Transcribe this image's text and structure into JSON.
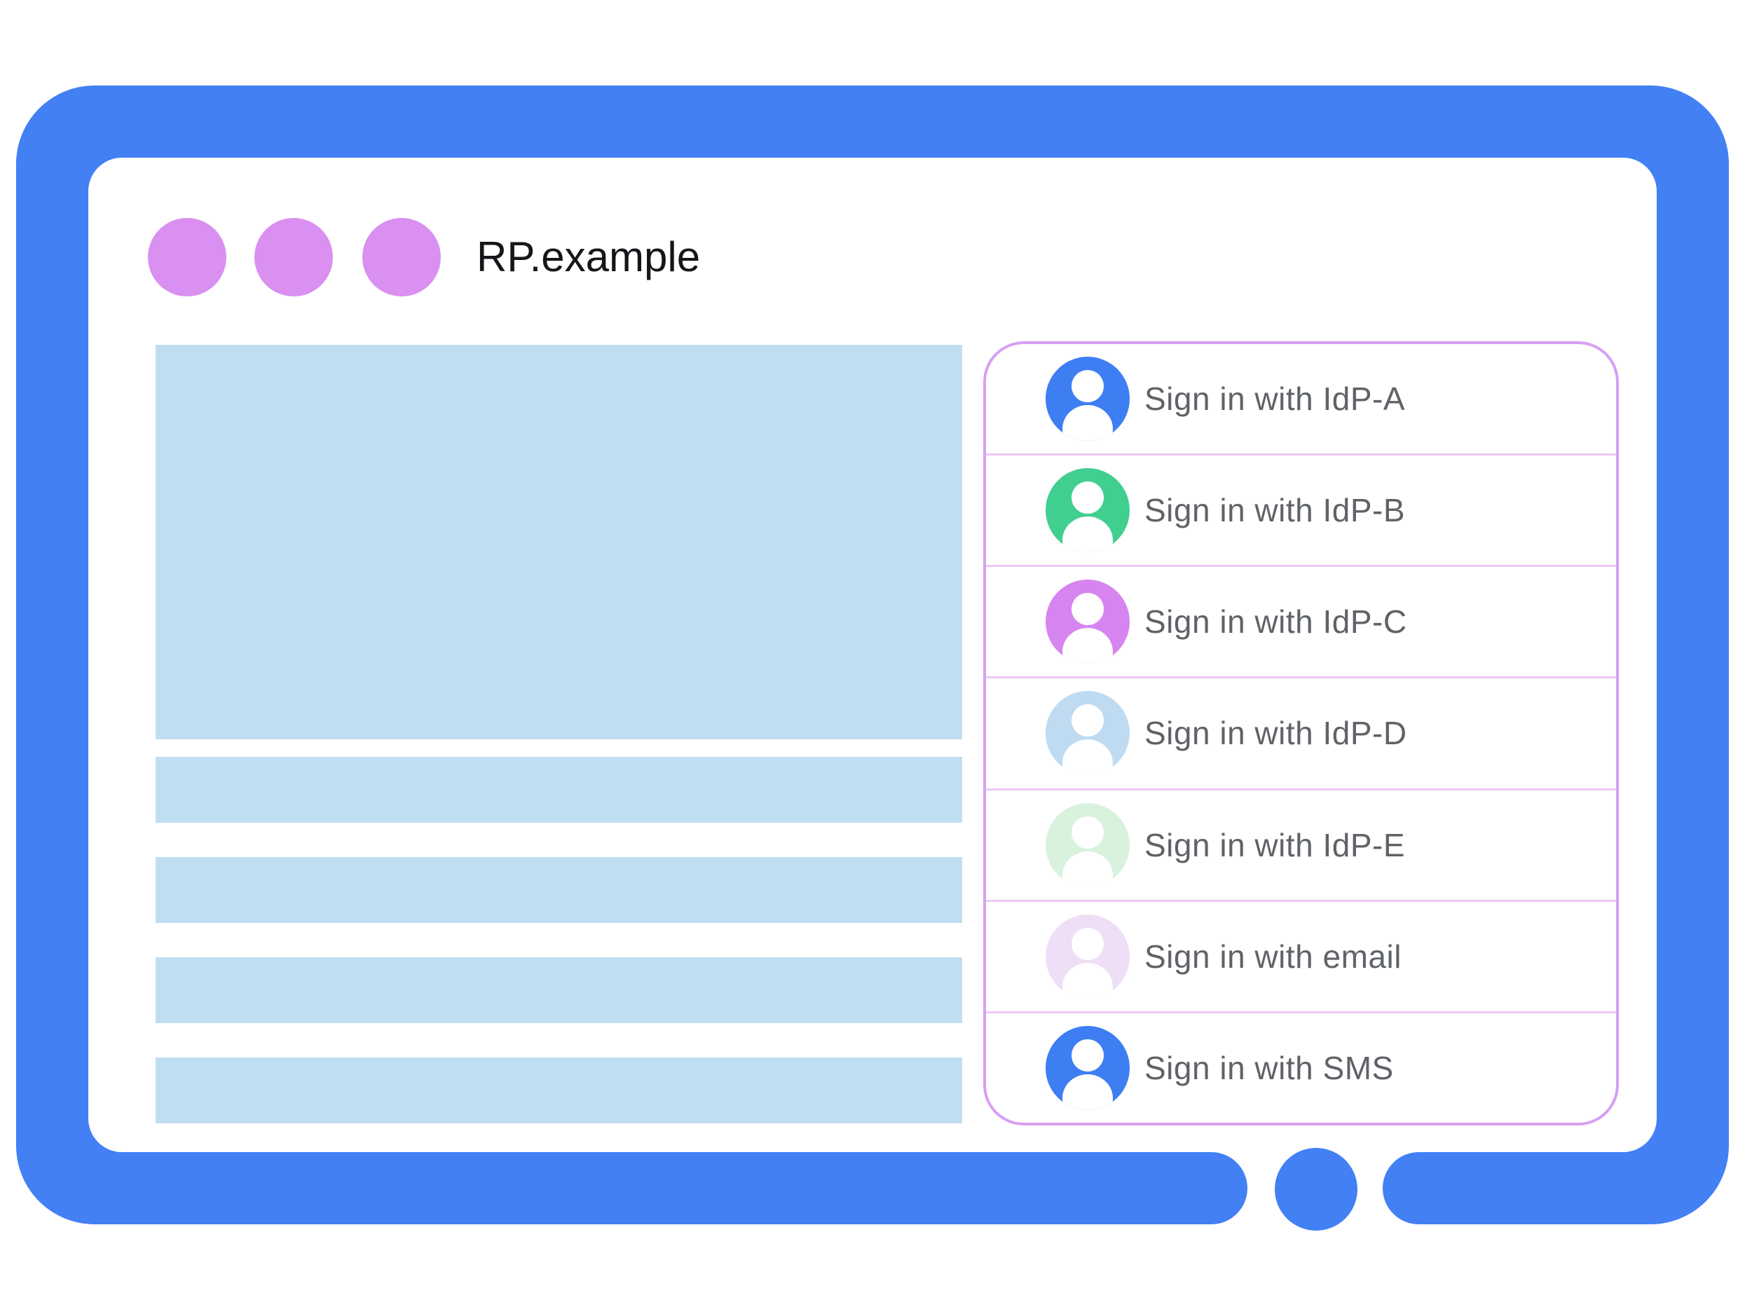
{
  "window": {
    "title": "RP.example",
    "frame_color": "#4280F4",
    "dot_color": "#D990F0",
    "dots_count": 3
  },
  "content": {
    "placeholder_color": "#BFDEF2",
    "placeholder_lines": 4
  },
  "account_chooser": {
    "border_color": "#D79FF2",
    "divider_color": "#ECC9F6",
    "label_color": "#5F6368",
    "items": [
      {
        "label": "Sign in with IdP-A",
        "avatar_color": "#3D7EF3"
      },
      {
        "label": "Sign in with IdP-B",
        "avatar_color": "#41CF90"
      },
      {
        "label": "Sign in with IdP-C",
        "avatar_color": "#D685F0"
      },
      {
        "label": "Sign in with IdP-D",
        "avatar_color": "#BEDBF2"
      },
      {
        "label": "Sign in with IdP-E",
        "avatar_color": "#D8F2DE"
      },
      {
        "label": "Sign in with email",
        "avatar_color": "#EEDEF6"
      },
      {
        "label": "Sign in with SMS",
        "avatar_color": "#3D7EF3"
      }
    ]
  }
}
